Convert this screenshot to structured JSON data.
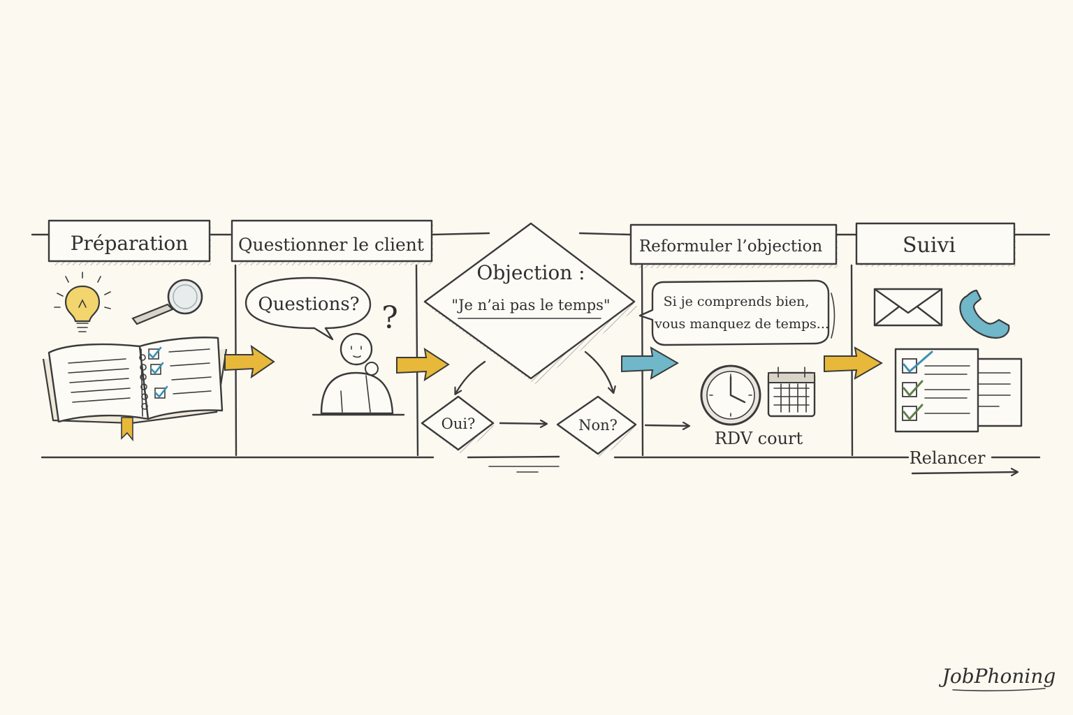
{
  "stages": {
    "preparation": "Préparation",
    "questioning": "Questionner le client",
    "reformulate": "Reformuler l’objection",
    "follow_up": "Suivi"
  },
  "bubbles": {
    "questions": "Questions?",
    "question_mark": "?",
    "reformulate_line1": "Si je comprends bien,",
    "reformulate_line2": "vous manquez de temps..."
  },
  "decision": {
    "title": "Objection :",
    "quote": "\"Je n’ai pas le temps\"",
    "yes": "Oui?",
    "no": "Non?"
  },
  "labels": {
    "short_meeting": "RDV court",
    "follow_up_action": "Relancer"
  },
  "brand": {
    "name": "JobPhoning"
  },
  "colors": {
    "background": "#fcf9f1",
    "ink": "#3a3a3a",
    "accent_yellow": "#e8b83a",
    "accent_blue": "#6fb7c9",
    "check_blue": "#3b8fb0",
    "check_green": "#5f7f4a"
  },
  "icons": [
    "lightbulb-icon",
    "magnifier-icon",
    "notebook-icon",
    "person-thinking-icon",
    "envelope-icon",
    "phone-icon",
    "clock-icon",
    "calendar-icon",
    "checklist-icon"
  ]
}
